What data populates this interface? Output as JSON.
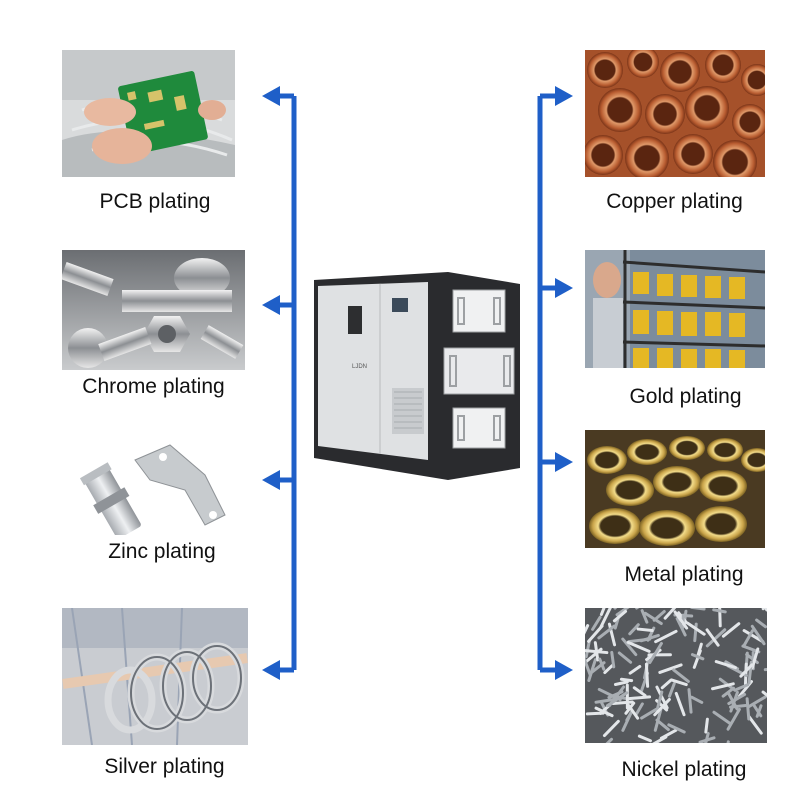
{
  "colors": {
    "connector": "#1f5fc8",
    "label_text": "#111111",
    "background": "#ffffff"
  },
  "center_product": {
    "name": "plating-rectifier-cabinet",
    "brand_mark": "LJDN"
  },
  "left_items": [
    {
      "label": "PCB plating",
      "image": "pcb-circuit-board-photo"
    },
    {
      "label": "Chrome plating",
      "image": "chrome-bolts-photo"
    },
    {
      "label": "Zinc plating",
      "image": "zinc-fittings-photo"
    },
    {
      "label": "Silver plating",
      "image": "silver-rings-photo"
    }
  ],
  "right_items": [
    {
      "label": "Copper plating",
      "image": "copper-pipes-photo"
    },
    {
      "label": "Gold plating",
      "image": "gold-parts-rack-photo"
    },
    {
      "label": "Metal plating",
      "image": "brass-rings-photo"
    },
    {
      "label": "Nickel plating",
      "image": "nickel-pins-photo"
    }
  ]
}
